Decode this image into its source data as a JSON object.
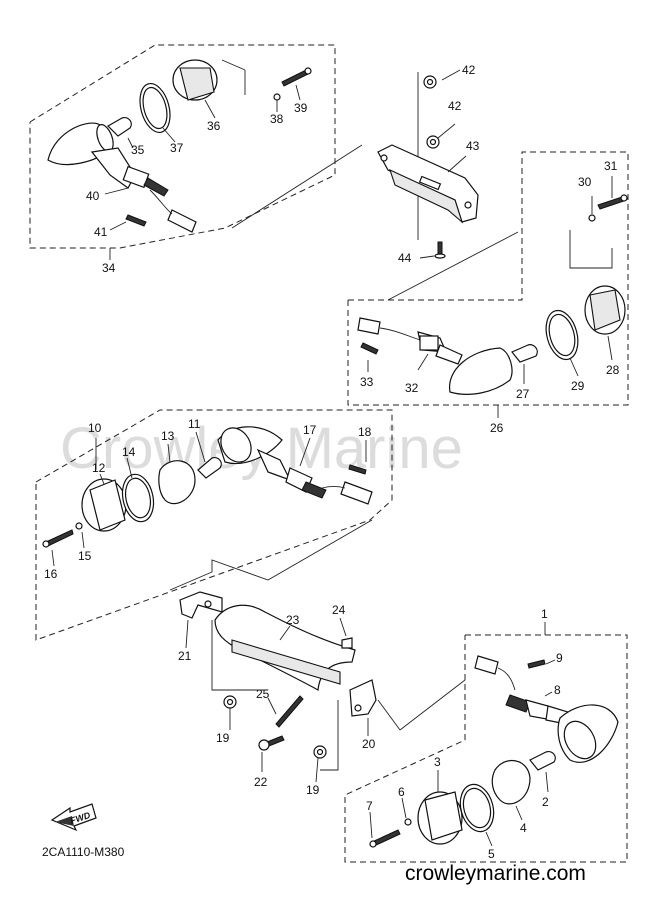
{
  "diagram": {
    "watermark": "Crowley Marine",
    "site": "crowleymarine.com",
    "drawing_code": "2CA1110-M380",
    "fwd_label": "FWD",
    "callouts": {
      "c1": "1",
      "c2": "2",
      "c3": "3",
      "c4": "4",
      "c5": "5",
      "c6": "6",
      "c7": "7",
      "c8": "8",
      "c9": "9",
      "c10": "10",
      "c11": "11",
      "c12": "12",
      "c13": "13",
      "c14": "14",
      "c15": "15",
      "c16": "16",
      "c17": "17",
      "c18": "18",
      "c19a": "19",
      "c19b": "19",
      "c20": "20",
      "c21": "21",
      "c22": "22",
      "c23": "23",
      "c24": "24",
      "c25": "25",
      "c26": "26",
      "c27": "27",
      "c28": "28",
      "c29": "29",
      "c30": "30",
      "c31": "31",
      "c32": "32",
      "c33": "33",
      "c34": "34",
      "c35": "35",
      "c36": "36",
      "c37": "37",
      "c38": "38",
      "c39": "39",
      "c40": "40",
      "c41": "41",
      "c42a": "42",
      "c42b": "42",
      "c43": "43",
      "c44": "44"
    }
  }
}
